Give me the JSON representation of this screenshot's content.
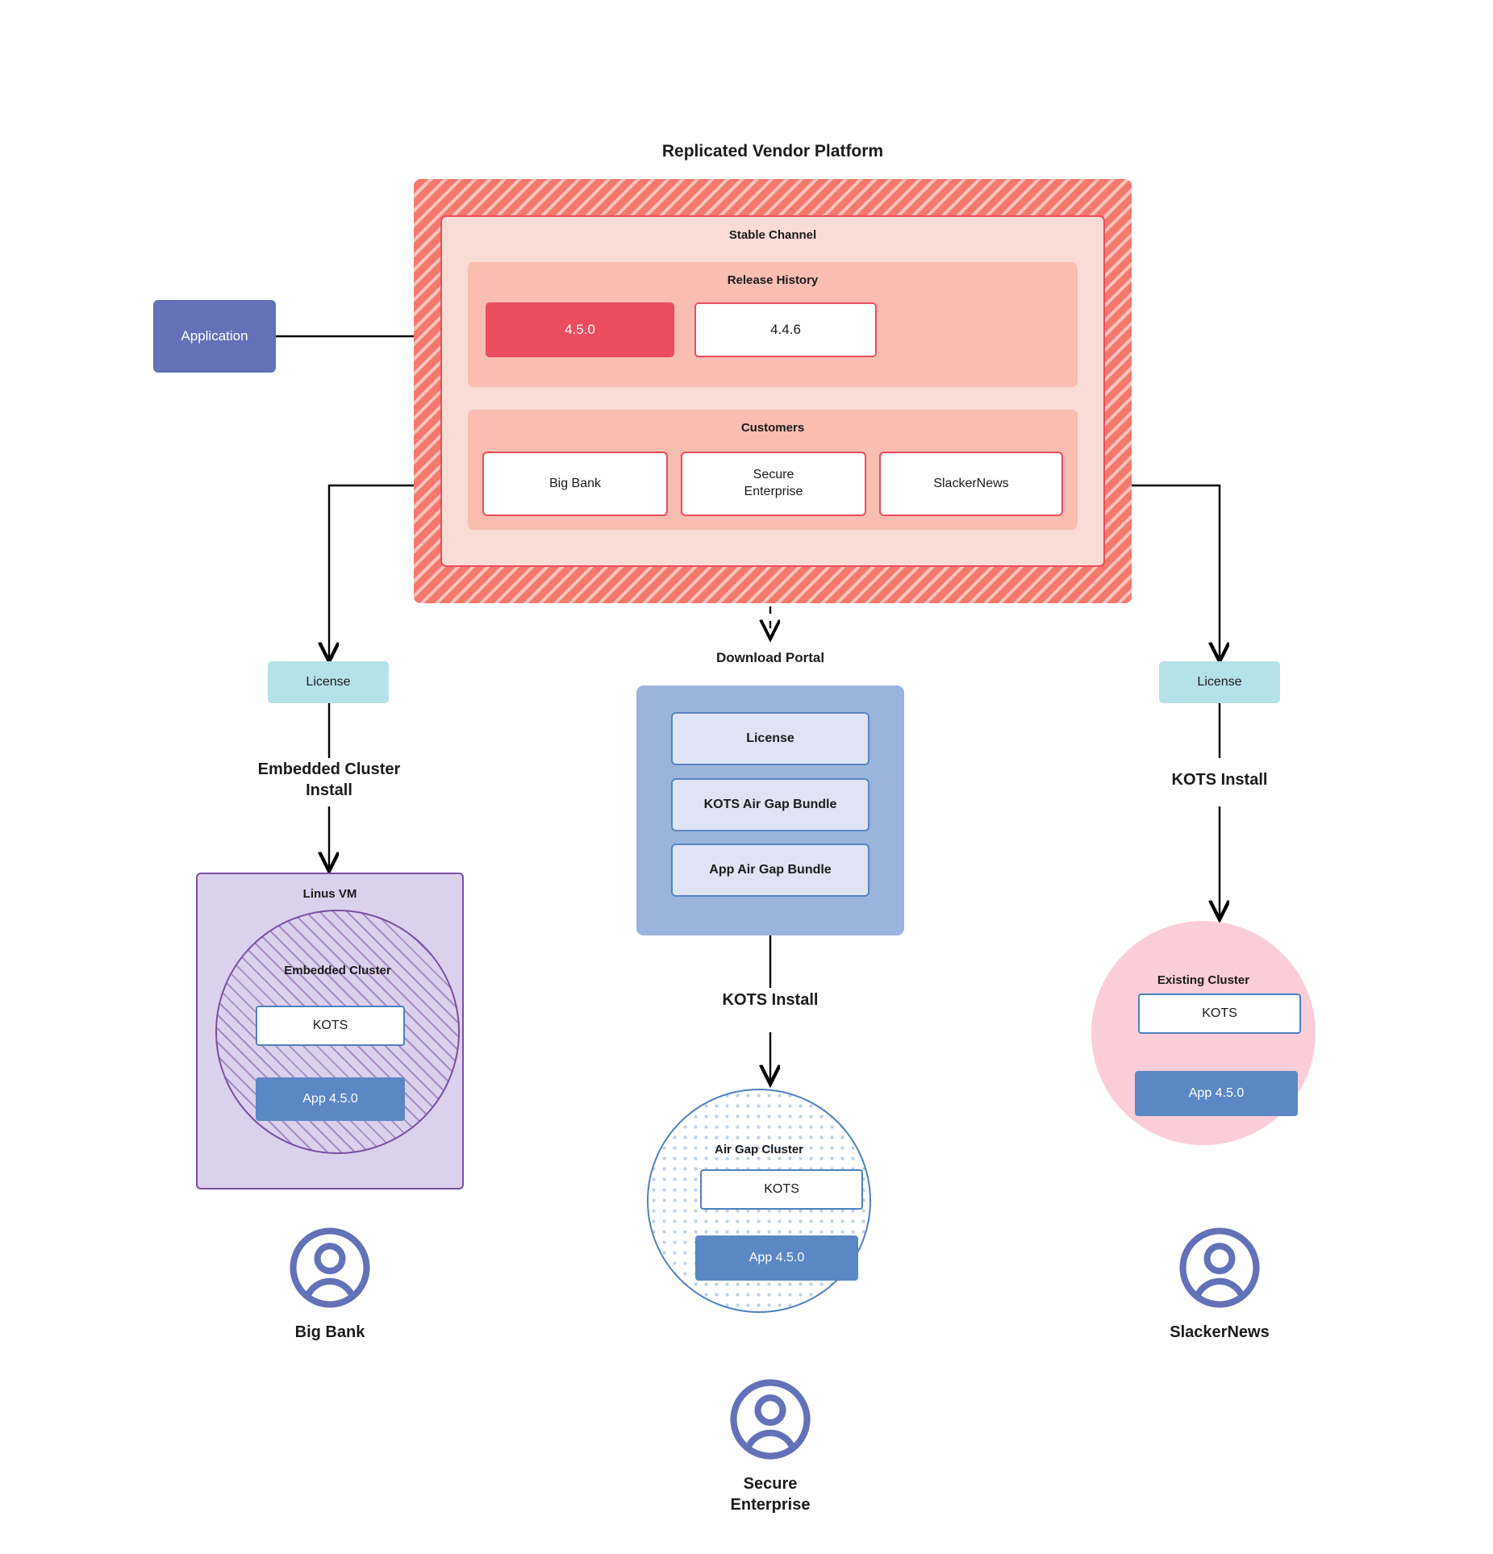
{
  "diagram": {
    "title": "Replicated Vendor Platform",
    "platform": {
      "stable_channel_title": "Stable Channel",
      "release_history": {
        "title": "Release History",
        "releases": [
          {
            "version": "4.5.0",
            "state": "current"
          },
          {
            "version": "4.4.6",
            "state": "previous"
          }
        ]
      },
      "customers": {
        "title": "Customers",
        "items": [
          {
            "name": "Big Bank"
          },
          {
            "name": "Secure\nEnterprise",
            "line1": "Secure",
            "line2": "Enterprise"
          },
          {
            "name": "SlackerNews"
          }
        ]
      }
    },
    "application_box": {
      "label": "Application"
    },
    "download_portal": {
      "title": "Download  Portal",
      "items": [
        {
          "label": "License"
        },
        {
          "label": "KOTS Air Gap Bundle"
        },
        {
          "label": "App Air Gap Bundle"
        }
      ]
    },
    "branches": {
      "left": {
        "license_label": "License",
        "install_label_line1": "Embedded Cluster",
        "install_label_line2": "Install",
        "host_title": "Linus VM",
        "cluster_title": "Embedded Cluster",
        "kots_label": "KOTS",
        "app_label": "App 4.5.0",
        "customer_label": "Big Bank"
      },
      "middle": {
        "install_label": "KOTS Install",
        "cluster_title": "Air Gap Cluster",
        "kots_label": "KOTS",
        "app_label": "App 4.5.0",
        "customer_label_line1": "Secure",
        "customer_label_line2": "Enterprise"
      },
      "right": {
        "license_label": "License",
        "install_label": "KOTS Install",
        "cluster_title": "Existing Cluster",
        "kots_label": "KOTS",
        "app_label": "App 4.5.0",
        "customer_label": "SlackerNews"
      }
    },
    "colors": {
      "platform_hatch": "#f4786c",
      "stable_channel_bg": "#fadcd6",
      "band_bg": "#f9bdb2",
      "accent_red": "#ea4d5d",
      "application_blue": "#6271b8",
      "license_teal": "#b4e2e8",
      "portal_blue": "#9ab4dd",
      "portal_item_bg": "#dee4f4",
      "vm_purple": "#dcd1ec",
      "vm_border": "#7a4fa3",
      "app_chip_blue": "#5b87c5",
      "kots_border": "#4f81bd",
      "existing_cluster_pink": "#fbcdd8",
      "avatar_blue": "#6271b8"
    }
  }
}
